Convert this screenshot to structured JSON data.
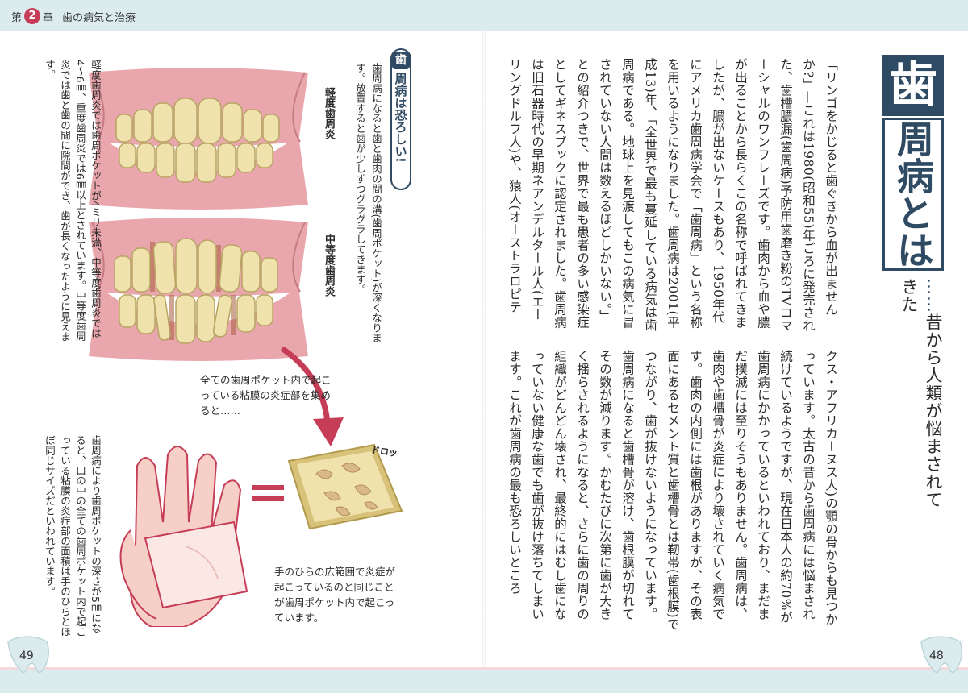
{
  "header": {
    "chapter_prefix": "第",
    "chapter_number": "2",
    "chapter_suffix": "章",
    "chapter_title": "歯の病気と治療"
  },
  "colors": {
    "band": "#dcecee",
    "title_navy": "#2f4a63",
    "accent_red": "#c63d58",
    "gum_pink": "#e4a3a9",
    "tooth_cream": "#efe2ac"
  },
  "right_page": {
    "title_first_char": "歯",
    "title_rest": "周病とは",
    "subtitle_dots": "……",
    "subtitle": "昔から人類が悩まされてきた",
    "body_top": "「リンゴをかじると歯ぐきから血が出ませんか?」—これは1980(昭和55)年ごろに発売された、歯槽膿漏(歯周病)予防用歯磨き粉のTVコマーシャルのワンフレーズです。歯肉から血や膿が出ることから長らくこの名称で呼ばれてきましたが、膿が出ないケースもあり、1950年代にアメリカ歯周病学会で「歯周病」という名称を用いるようになりました。歯周病は2001(平成13)年、「全世界で最も蔓延している病気は歯周病である。地球上を見渡してもこの病気に冒されていない人間は数えるほどしかいない。」との紹介つきで、世界で最も患者の多い感染症としてギネスブックに認定されました。歯周病は旧石器時代の早期ネアンデルタール人(エーリングドルフ人)や、猿人(オーストラロピテ",
    "body_bottom": "クス・アフリカーヌス人)の顎の骨からも見つかっています。太古の昔から歯周病には悩まされ続けているようですが、現在日本人の約70%が歯周病にかかっているといわれており、まだまだ撲滅には至りそうもありません。歯周病は、歯肉や歯槽骨が炎症により壊されていく病気です。歯肉の内側には歯根がありますが、その表面にあるセメント質と歯槽骨とは靭帯(歯根膜)でつながり、歯が抜けないようになっています。歯周病になると歯槽骨が溶け、歯根膜が切れてその数が減ります。かむたびに次第に歯が大きく揺らされるようになると、さらに歯の周りの組織がどんどん壊され、最終的にはむし歯になっていない健康な歯でも歯が抜け落ちてしまいます。これが歯周病の最も恐ろしいところ",
    "page_number": "48"
  },
  "left_page": {
    "callout_icon": "歯",
    "callout_title": "周病は恐ろしい!",
    "callout_body": "歯周病になると歯と歯肉の間の溝(歯周ポケット)が深くなります。放置すると歯が少しずつグラグラしてきます。",
    "label_mild": "軽度歯周炎",
    "label_moderate": "中等度歯周炎",
    "note_top": "軽度歯周炎では歯周ポケットが4ミリ未満、中等度歯周炎では4〜6㎜、重度歯周炎では6㎜以上とされています。中等度歯周炎では歯と歯の間に隙間ができ、歯が長くなったように見えます。",
    "caption_arrow": "全ての歯周ポケット内で起こっている粘膜の炎症部を集めると……",
    "onomatopoeia": "ドロッ",
    "caption_palm": "手のひらの広範囲で炎症が起こっているのと同じことが歯周ポケット内で起こっています。",
    "note_bottom": "歯周病により歯周ポケットの深さが5㎜になると、口の中の全ての歯周ポケット内で起こっている粘膜の炎症部の面積は手のひらとほぼ同じサイズだといわれています。",
    "page_number": "49"
  }
}
